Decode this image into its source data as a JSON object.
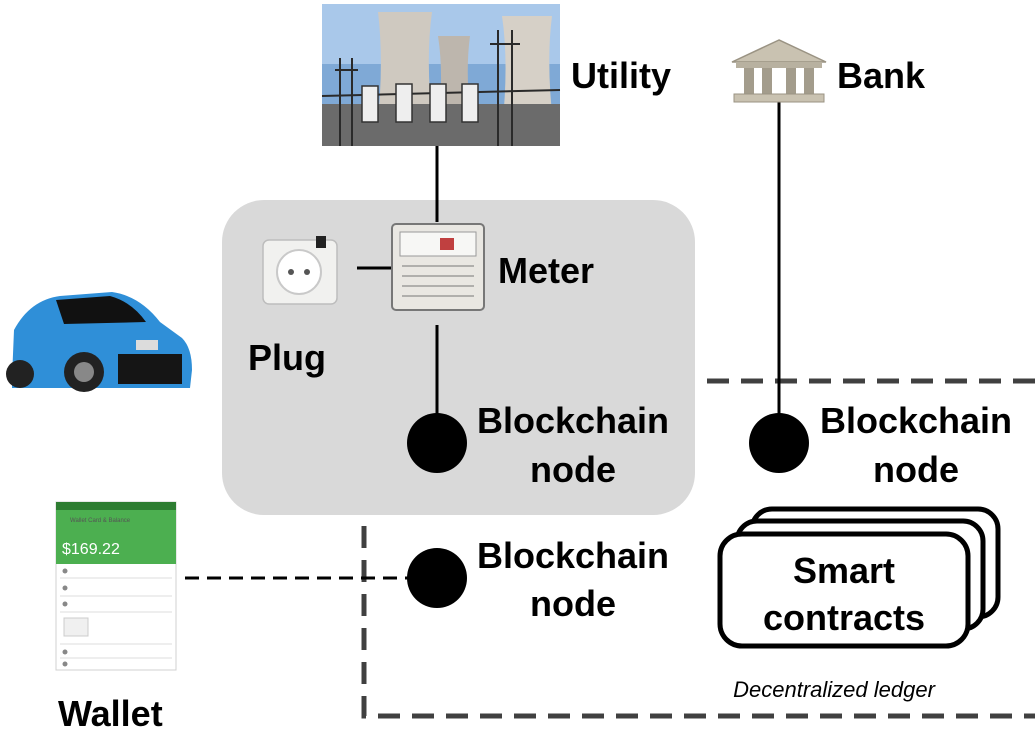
{
  "labels": {
    "utility": "Utility",
    "bank": "Bank",
    "meter": "Meter",
    "plug": "Plug",
    "wallet": "Wallet",
    "node1_line1": "Blockchain",
    "node1_line2": "node",
    "node2_line1": "Blockchain",
    "node2_line2": "node",
    "node3_line1": "Blockchain",
    "node3_line2": "node",
    "smart_line1": "Smart",
    "smart_line2": "contracts",
    "ledger": "Decentralized ledger"
  },
  "wallet_app": {
    "header": "Wallet Card & Balance",
    "balance": "$169.22"
  },
  "colors": {
    "plug_box_bg": "#d9d9d9",
    "node_fill": "#000000",
    "car_body": "#2f8fd8",
    "app_green": "#4caf50"
  }
}
